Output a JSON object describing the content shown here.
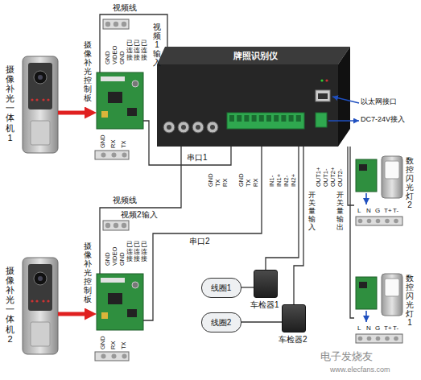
{
  "diagram": {
    "nodes": [
      {
        "text": [
          "摄像补光一体机1"
        ]
      },
      {
        "text": [
          "摄像补光控制板"
        ]
      },
      {
        "text": [
          "牌照识别仪"
        ]
      },
      {
        "text": [
          "数控闪光灯2"
        ]
      },
      {
        "text": [
          "摄像补光一体机2"
        ]
      },
      {
        "text": [
          "摄像补光控制板"
        ]
      },
      {
        "text": [
          "线圈1"
        ]
      },
      {
        "text": [
          "车检器1"
        ]
      },
      {
        "text": [
          "数控闪光灯1"
        ]
      },
      {
        "text": [
          "线圈2"
        ]
      },
      {
        "text": [
          "车检器2"
        ]
      }
    ],
    "edges": [
      {
        "from": 0,
        "to": 1,
        "arrow": "to"
      },
      {
        "from": 1,
        "to": 2,
        "arrow": "none"
      },
      {
        "from": 1,
        "to": 2,
        "arrow": "none"
      },
      {
        "from": 4,
        "to": 5,
        "arrow": "to"
      },
      {
        "from": 5,
        "to": 2,
        "arrow": "none"
      },
      {
        "from": 5,
        "to": 2,
        "arrow": "none"
      },
      {
        "from": 7,
        "to": 2,
        "arrow": "none"
      },
      {
        "from": 10,
        "to": 2,
        "arrow": "none"
      },
      {
        "from": 2,
        "to": 3,
        "arrow": "none"
      },
      {
        "from": 2,
        "to": 8,
        "arrow": "none"
      },
      {
        "from": 6,
        "to": 7,
        "arrow": "none"
      },
      {
        "from": 9,
        "to": 10,
        "arrow": "none"
      }
    ],
    "labels": [
      "视频线",
      "视频1输入",
      "GND",
      "VIDEO",
      "GND",
      "已连接",
      "已连接",
      "已连接",
      "GND",
      "RX",
      "TX",
      "以太网接口",
      "DC7-24V接入",
      "GND",
      "TX",
      "RX",
      "GND",
      "TX",
      "RX",
      "IN1-",
      "IN1+",
      "IN2-",
      "IN2+",
      "OUT1+",
      "OUT1-",
      "OUT2+",
      "OUT2-",
      "串口1",
      "视频线",
      "视频2输入",
      "串口2",
      "开关量输入",
      "开关量输出",
      "GND",
      "VIDEO",
      "GND",
      "已连接",
      "已连接",
      "已连接",
      "GND",
      "RX",
      "TX",
      "L",
      "N",
      "G",
      "T+",
      "T-",
      "L",
      "N",
      "G",
      "T+",
      "T-",
      "电子发烧友",
      "www.elecfans.com"
    ]
  }
}
